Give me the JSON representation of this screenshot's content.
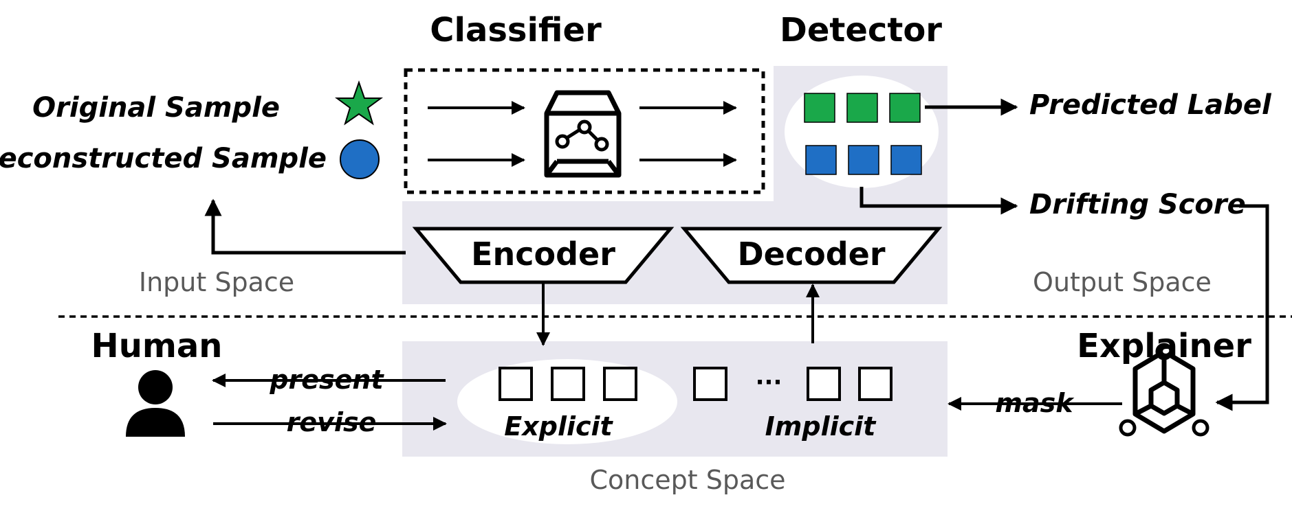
{
  "titles": {
    "classifier": "Classifier",
    "detector": "Detector",
    "human": "Human",
    "explainer": "Explainer"
  },
  "samples": {
    "original": "Original Sample",
    "reconstructed": "Reconstructed Sample"
  },
  "outputs": {
    "predicted_label": "Predicted Label",
    "drifting_score": "Drifting Score"
  },
  "blocks": {
    "encoder": "Encoder",
    "decoder": "Decoder"
  },
  "spaces": {
    "input": "Input Space",
    "output": "Output Space",
    "concept": "Concept Space"
  },
  "concepts": {
    "explicit": "Explicit",
    "implicit": "Implicit",
    "ellipsis": "···"
  },
  "actions": {
    "present": "present",
    "revise": "revise",
    "mask": "mask"
  },
  "colors": {
    "green": "#1aa84a",
    "blue": "#1f6fc5",
    "panel": "#e8e7ef",
    "ellipse": "#ffffff",
    "space_label": "#595959"
  }
}
